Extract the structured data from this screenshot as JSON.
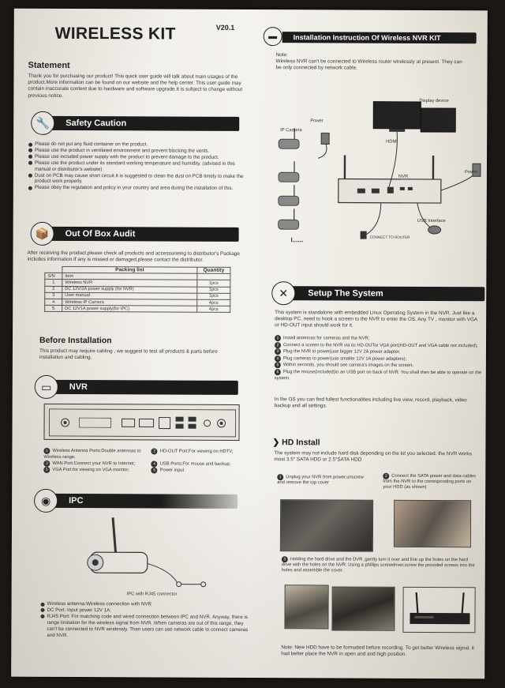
{
  "header": {
    "title": "WIRELESS KIT",
    "version": "V20.1"
  },
  "statement": {
    "heading": "Statement",
    "text": "Thank you for purchasing our product! This quick user guide will talk about main usages of the product.More information can be found on our website and the help center. This user guide may contain inaccurate content due to hardware and software upgrade.It is subject to change without previous notice."
  },
  "safety": {
    "heading": "Safety Caution",
    "items": [
      "Please do not put any fluid container on the product.",
      "Please use the product in ventilated environment and prevent blocking the vents.",
      "Please use included power supply with the product to prevent damage to the product.",
      "Please use the product under its standard working temperature and humidity. (advised in this manual or distributor's website)",
      "Dust on PCB may cause short circuit.It is suggested to clean the dust on PCB timely to make the product work properly.",
      "Please obey the regulation and policy in your country and area during the installation of this."
    ]
  },
  "audit": {
    "heading": "Out Of Box Audit",
    "text": "After receiving the product,please check all products and accessorieing to distributor's Package includes information.If any is missed or damaged,please contact the distributor.",
    "table_title": "Packing list",
    "col_sn": "S/N",
    "col_item": "Item",
    "col_qty": "Quantity",
    "rows": [
      {
        "sn": "1",
        "item": "Wireless NVR",
        "qty": "1pcs"
      },
      {
        "sn": "2",
        "item": "DC 12V/2A power supply (for NVR)",
        "qty": "1pcs"
      },
      {
        "sn": "3",
        "item": "User manual",
        "qty": "1pcs"
      },
      {
        "sn": "4",
        "item": "Wireless IP Camera",
        "qty": "4pcs"
      },
      {
        "sn": "5",
        "item": "DC 12V1A power supply(for IPC)",
        "qty": "4pcs"
      }
    ]
  },
  "before_install": {
    "heading": "Before Installation",
    "text": "This product may require cabling , we suggest to test all products & parts before installation and cabling."
  },
  "nvr": {
    "heading": "NVR",
    "legend": [
      {
        "num": "1",
        "text": "Wireless Antenna Ports:Double antennas to Wireless range;"
      },
      {
        "num": "2",
        "text": "HD-OUT Port:For viewing on HDTV;"
      },
      {
        "num": "3",
        "text": "WAN Port:Connect your NVR to Internet;"
      },
      {
        "num": "4",
        "text": "USB Ports:For mouse and backup;"
      },
      {
        "num": "5",
        "text": "VGA Port:for viewing on VGA monitor;"
      },
      {
        "num": "6",
        "text": "Power input"
      }
    ]
  },
  "ipc": {
    "heading": "IPC",
    "caption": "IPC with RJ45 connector",
    "items": [
      "Wireless antenna:Wireless connection with NVR",
      "DC Port: Input power 12V 1A;",
      "RJ45 Port: For matching code and wired connection between IPC and NVR. Anyway, there is range limitation for the wireless signal from NVR. When cameras are out of this range, they can't be connected to NVR wirelessly. Then users can use network cable to connect cameras and NVR."
    ]
  },
  "install_instruction": {
    "heading": "Installation Instruction Of Wireless NVR KIT",
    "note_label": "Note:",
    "note": "Wireless NVR can't be connected to Wireless router wirelessly at present. They can be only connected by network cable.",
    "labels": {
      "ip_camera": "IP Camera",
      "power_left": "Power",
      "display": "Display device",
      "hdmi": "HDMI",
      "nvr": "NVR",
      "power_right": "Power",
      "usb_mouse": "USB Interface",
      "connect": "CONNECT TO ROUTER",
      "dots": "I......"
    }
  },
  "setup": {
    "heading": "Setup The System",
    "text": "This system is standalone with embedded Linux Operating System in the NVR. Just like a desktop PC, need to hook a screen to the NVR to enter the OS. Any TV , monitor with VGA or HD-OUT input should work for it.",
    "steps": [
      "Install antennas for cameras and the NVR;",
      "Connect a screen to the NVR via its HD-OUTor VGA port(HD-OUT and VGA cable not included);",
      "Plug the NVR to power(use bigger 12V 2A power adapter;",
      "Plug cameras to power(use smaller 12V 1A power adapters);",
      "Within seconds, you should see camera's images on the screen;",
      "Plug the mouse(included)to an USB port on back of NVR. You shall then be able to operate on the system."
    ],
    "footer": "In the OS you can find fullest functionalities including live view, record, playback, video backup and all settings."
  },
  "hd": {
    "heading": "HD Install",
    "text": "The system may not include hard disk depending on the kit you selected. the NVR works most 3.5\" SATA HDD or 2.5\"SATA HDD",
    "step1": "Unplug your NVR from power,unscrew and remove the top cover",
    "step2": "Connect the SATA power and data cables from the NVR to the corresponding ports on your HDD (as shown)",
    "step3": "Holding the hard drive and the DVR ,gently turn it over and line up the holes on the hard drive with the holes on the NVR. Using a phillips screwdriver,screw the provided screws into the holes and assemble the cover.",
    "note": "Note: New HDD have to be formatted before recording. To get better Wireless signal, it had better place the NVR in open and and high position."
  },
  "colors": {
    "bar": "#1b1b1b",
    "paper": "#f1eee8",
    "background": "#1a1714"
  }
}
